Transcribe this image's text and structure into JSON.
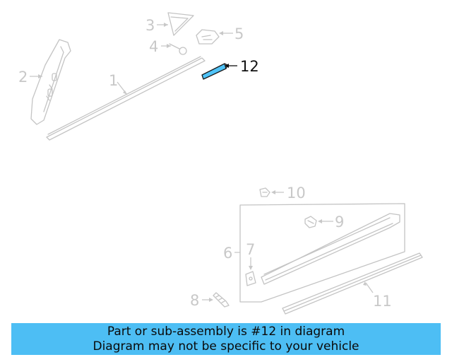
{
  "diagram": {
    "callouts": [
      {
        "id": "1",
        "label": "1"
      },
      {
        "id": "2",
        "label": "2"
      },
      {
        "id": "3",
        "label": "3"
      },
      {
        "id": "4",
        "label": "4"
      },
      {
        "id": "5",
        "label": "5"
      },
      {
        "id": "6",
        "label": "6"
      },
      {
        "id": "7",
        "label": "7"
      },
      {
        "id": "8",
        "label": "8"
      },
      {
        "id": "9",
        "label": "9"
      },
      {
        "id": "10",
        "label": "10"
      },
      {
        "id": "11",
        "label": "11"
      },
      {
        "id": "12",
        "label": "12"
      }
    ],
    "highlighted_part": "12",
    "colors": {
      "highlight_fill": "#4fc3f7",
      "highlight_stroke": "#1a1a1a",
      "muted_line": "#c4c4c4",
      "banner_bg": "#4dbef4"
    }
  },
  "banner": {
    "line1": "Part or sub-assembly is #12 in diagram",
    "line2": "Diagram may not be specific to your vehicle"
  }
}
